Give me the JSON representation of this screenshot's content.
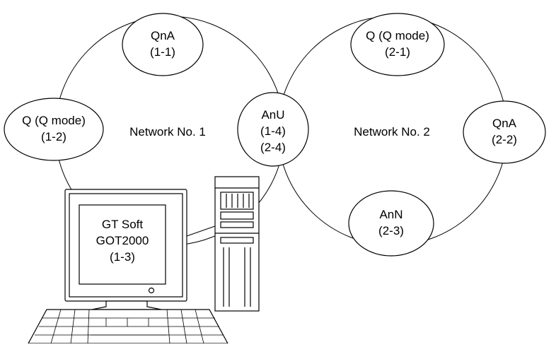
{
  "network1": {
    "label": "Network No. 1",
    "stations": [
      {
        "name": "QnA",
        "id": "(1-1)"
      },
      {
        "name": "Q (Q mode)",
        "id": "(1-2)"
      },
      {
        "name": "GT Soft",
        "name2": "GOT2000",
        "id": "(1-3)"
      }
    ]
  },
  "relay": {
    "name": "AnU",
    "id1": "(1-4)",
    "id2": "(2-4)"
  },
  "network2": {
    "label": "Network No. 2",
    "stations": [
      {
        "name": "Q (Q mode)",
        "id": "(2-1)"
      },
      {
        "name": "QnA",
        "id": "(2-2)"
      },
      {
        "name": "AnN",
        "id": "(2-3)"
      }
    ]
  }
}
